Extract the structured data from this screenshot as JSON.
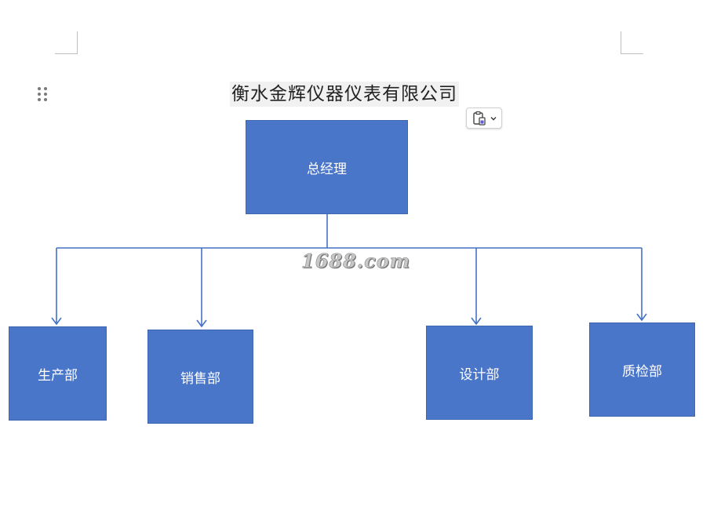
{
  "document": {
    "title": "衡水金辉仪器仪表有限公司"
  },
  "org_chart": {
    "root": {
      "label": "总经理"
    },
    "departments": [
      {
        "label": "生产部"
      },
      {
        "label": "销售部"
      },
      {
        "label": "设计部"
      },
      {
        "label": "质检部"
      }
    ]
  },
  "watermark": {
    "text": "1688.com"
  },
  "toolbar": {
    "paste_options_icon": "clipboard-icon",
    "dropdown_icon": "chevron-down-icon"
  },
  "colors": {
    "box_fill": "#4a76c9",
    "connector": "#4472c4",
    "box_text": "#ffffff"
  }
}
